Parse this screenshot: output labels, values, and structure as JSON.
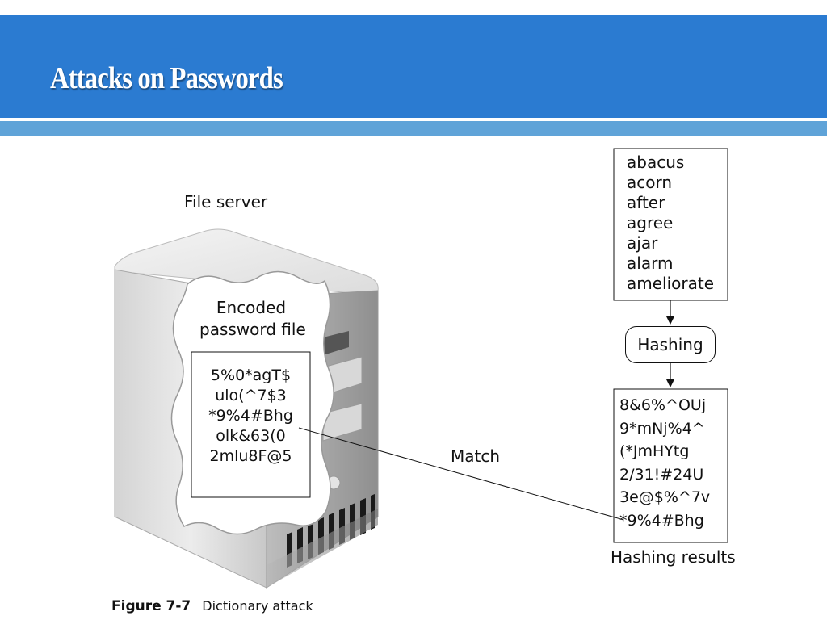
{
  "slide": {
    "title": "Attacks on Passwords"
  },
  "diagram": {
    "file_server_label": "File server",
    "encoded_file_label_line1": "Encoded",
    "encoded_file_label_line2": "password file",
    "encoded_passwords": [
      "5%0*agT$",
      "ulo(^7$3",
      "*9%4#Bhg",
      "olk&63(0",
      "2mlu8F@5"
    ],
    "dictionary_words": [
      "abacus",
      "acorn",
      "after",
      "agree",
      "ajar",
      "alarm",
      "ameliorate"
    ],
    "hashing_label": "Hashing",
    "hashed_words": [
      "8&6%^OUj",
      "9*mNj%4^",
      "(*JmHYtg",
      "2/31!#24U",
      "3e@$%^7v",
      "*9%4#Bhg"
    ],
    "hashing_results_label": "Hashing results",
    "match_label": "Match"
  },
  "caption": {
    "number": "Figure 7-7",
    "text": "Dictionary attack"
  }
}
